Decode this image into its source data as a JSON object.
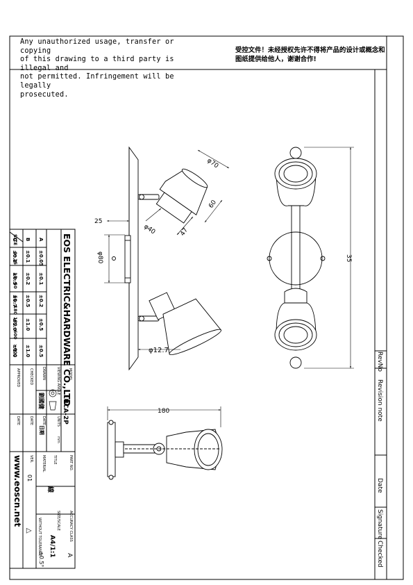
{
  "notice": {
    "english": "Any unauthorized usage, transfer or copying\nof this drawing to a third party is illegal and\nnot permitted. Infringement will be legally\nprosecuted.",
    "chinese": "受控文件！未经授权先许不得将产品的设计或概念和图纸提供给他人，谢谢合作!"
  },
  "dimensions": {
    "d70": "φ70",
    "d60": "60",
    "d47": "47",
    "d40": "φ40",
    "d25": "25",
    "d80": "φ80",
    "d12_7": "φ12.7",
    "d35": "35",
    "d180": "180"
  },
  "revision_block": {
    "rev": "RevNo",
    "note": "Revision note",
    "date": "Date",
    "signature": "Signature",
    "checked": "Checked"
  },
  "title_block": {
    "company": "EOS ELECTRIC&HARDWARE CO.,LTD",
    "part_no_label": "PART NO.",
    "part_no_value": "LUCA-2P",
    "title_label": "TITLE",
    "title_value": "線",
    "viewing_angle_label": "VIEWING ANGLE",
    "units_label": "UNITS",
    "units_value": "mm",
    "accuracy_label": "ACCURACY CLASS",
    "accuracy_value": "A",
    "size_label": "SIZE/SCALE",
    "size_value": "A4/1:1",
    "material_label": "MATERIAL",
    "ver_label": "VER.",
    "ver_value": "01",
    "drawn_label": "DRAWN",
    "drawn_value": "劉國健",
    "checked_label": "CHECKED",
    "approved_label": "APPROVED",
    "date_label": "DATE",
    "date_value": "日期",
    "tolerance_label": "WITHOUT TOLERANCE",
    "tolerance_value": "±0.5°",
    "website": "www.eoscn.net",
    "tol_header": [
      "SIZE",
      "0~15",
      "15~50",
      "50~180",
      "180~600",
      ">600"
    ],
    "tol_classes": [
      {
        "cls": "A",
        "values": [
          "±0.05",
          "±0.1",
          "±0.2",
          "±0.5",
          "±0.5"
        ]
      },
      {
        "cls": "B",
        "values": [
          "±0.1",
          "±0.2",
          "±0.5",
          "±1.0",
          "±1.0"
        ]
      },
      {
        "cls": "C",
        "values": [
          "±0.3",
          "±0.5",
          "±0.7",
          "±1.0",
          "±1.0"
        ]
      }
    ]
  }
}
